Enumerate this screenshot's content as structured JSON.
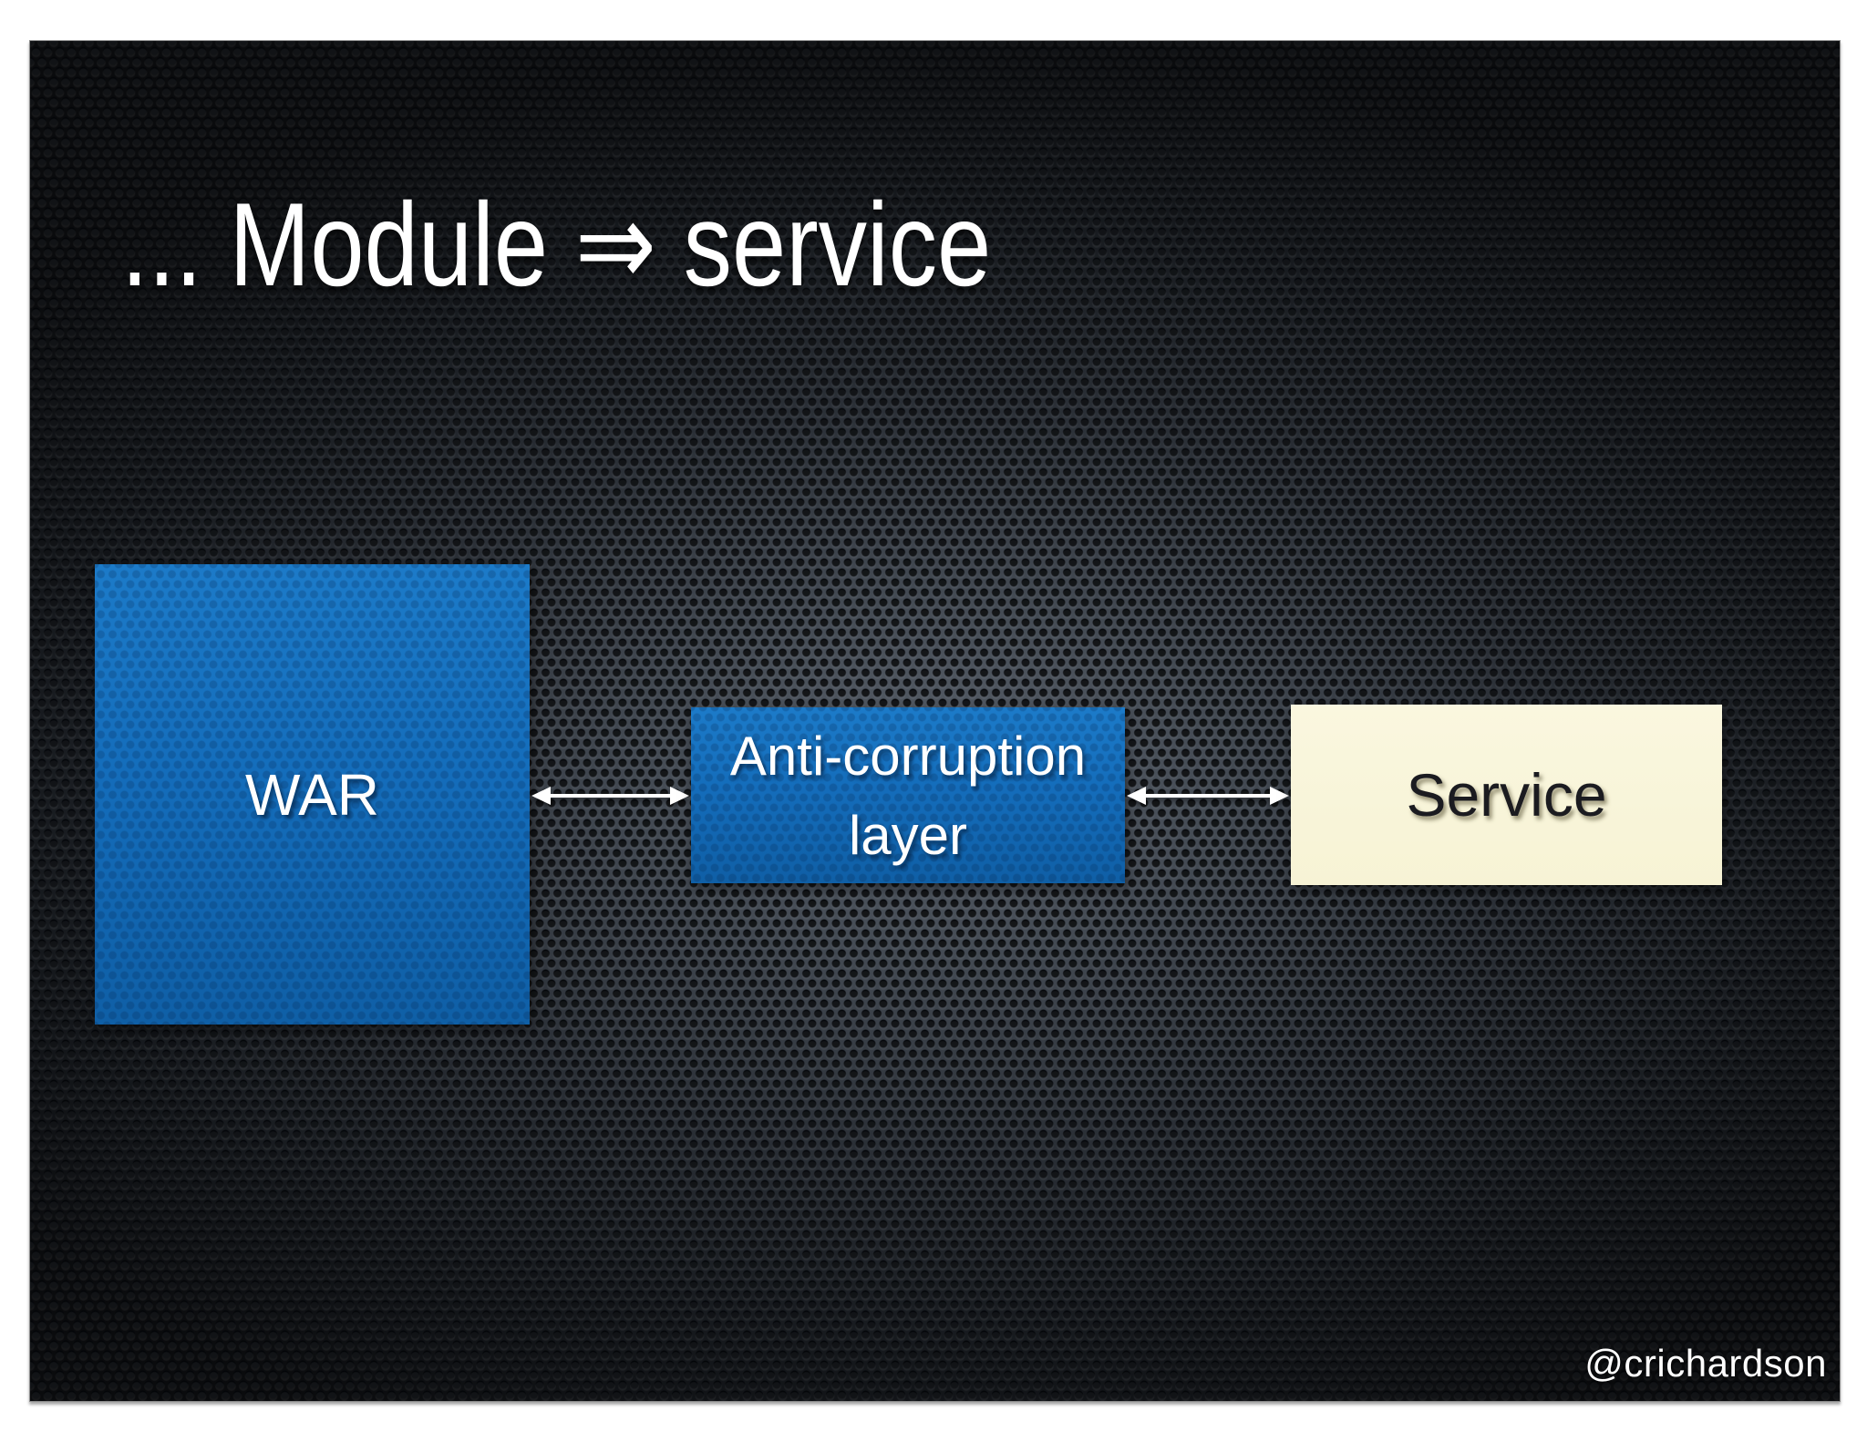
{
  "slide": {
    "title": "... Module ⇒ service",
    "watermark": "@crichardson",
    "boxes": {
      "war": {
        "label": "WAR"
      },
      "acl": {
        "label": "Anti-corruption layer"
      },
      "service": {
        "label": "Service"
      }
    },
    "arrows": {
      "war_to_acl": "double-headed-arrow",
      "acl_to_service": "double-headed-arrow"
    },
    "colors": {
      "box_blue_top": "#1c7bc9",
      "box_blue_bottom": "#0f5fa6",
      "box_cream": "#f8f4d8",
      "text_light": "#ffffff",
      "text_dark": "#1b1b20",
      "background_center": "#59606a",
      "background_edge": "#0a0b0d",
      "frame": "#ffffff"
    }
  }
}
